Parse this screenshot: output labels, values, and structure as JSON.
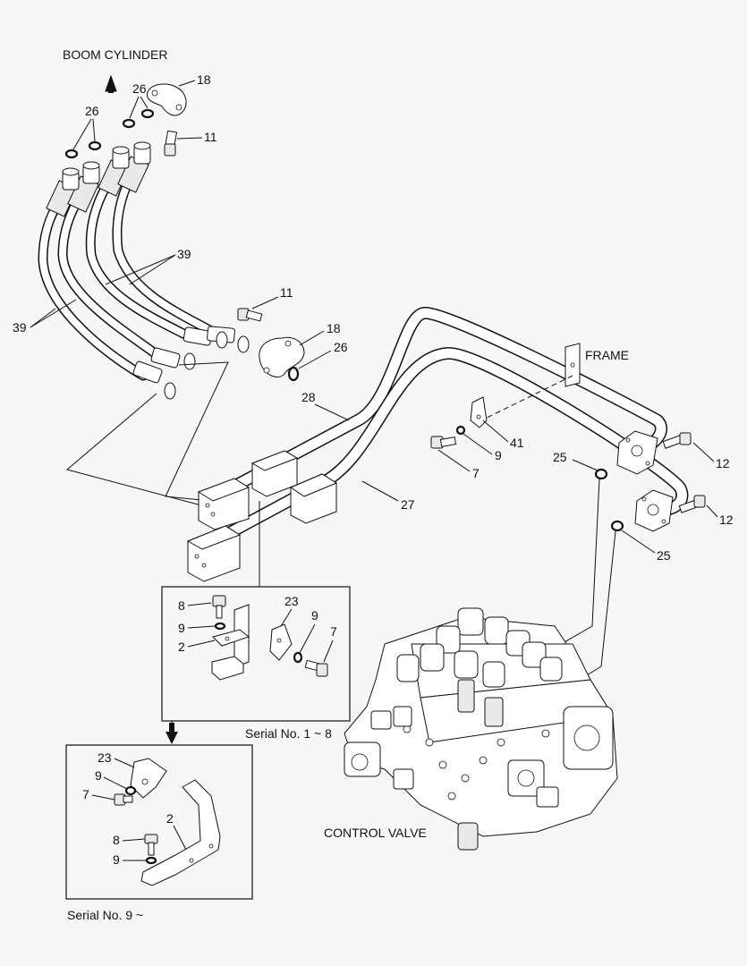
{
  "captions": {
    "boom_cylinder": "BOOM CYLINDER",
    "frame": "FRAME",
    "control_valve": "CONTROL VALVE",
    "serial_1_8": "Serial No. 1 ~ 8",
    "serial_9": "Serial No. 9 ~"
  },
  "callouts": {
    "c18_top": "18",
    "c26_top_right": "26",
    "c26_top_left": "26",
    "c11_top": "11",
    "c39_right": "39",
    "c39_left": "39",
    "c11_mid": "11",
    "c18_mid": "18",
    "c26_mid": "26",
    "c28": "28",
    "c41": "41",
    "c9_main": "9",
    "c7_main": "7",
    "c25_upper": "25",
    "c12_upper": "12",
    "c12_lower": "12",
    "c25_lower": "25",
    "c27": "27",
    "box1_8": "8",
    "box1_9a": "9",
    "box1_2": "2",
    "box1_23": "23",
    "box1_9b": "9",
    "box1_7": "7",
    "box2_23": "23",
    "box2_9a": "9",
    "box2_7": "7",
    "box2_2": "2",
    "box2_8": "8",
    "box2_9b": "9"
  }
}
